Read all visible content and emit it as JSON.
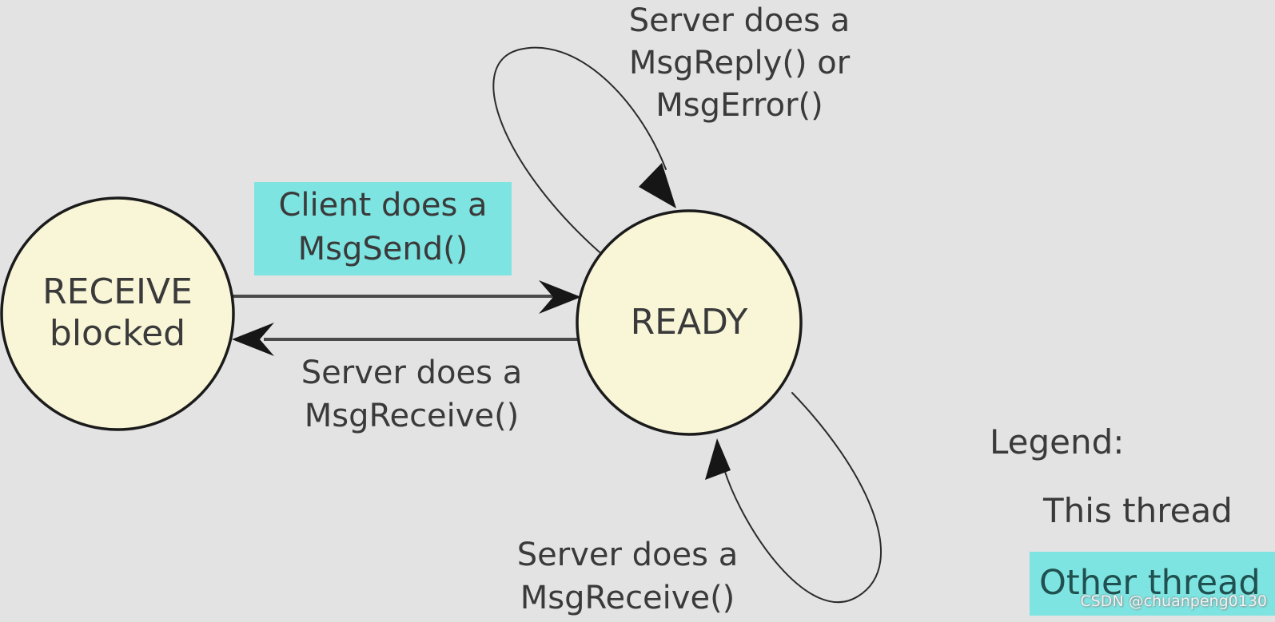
{
  "colors": {
    "background": "#e3e3e3",
    "state_fill": "#f9f6d8",
    "state_border": "#1b1b1b",
    "highlight": "#7de4e1",
    "text": "#3a3a3a",
    "line": "#4a4a4a",
    "arrow": "#161616"
  },
  "states": {
    "receive_blocked": {
      "line1": "RECEIVE",
      "line2": "blocked"
    },
    "ready": {
      "label": "READY"
    }
  },
  "transitions": {
    "client_msgsend": {
      "line1": "Client does a",
      "line2": "MsgSend()"
    },
    "server_msgreceive": {
      "line1": "Server does a",
      "line2": "MsgReceive()"
    },
    "server_msgreply": {
      "line1": "Server does a",
      "line2": "MsgReply() or",
      "line3": "MsgError()"
    },
    "server_msgreceive_loop": {
      "line1": "Server does a",
      "line2": "MsgReceive()"
    }
  },
  "legend": {
    "title": "Legend:",
    "this_thread": "This thread",
    "other_thread": "Other thread"
  },
  "watermark": "CSDN @chuanpeng0130"
}
